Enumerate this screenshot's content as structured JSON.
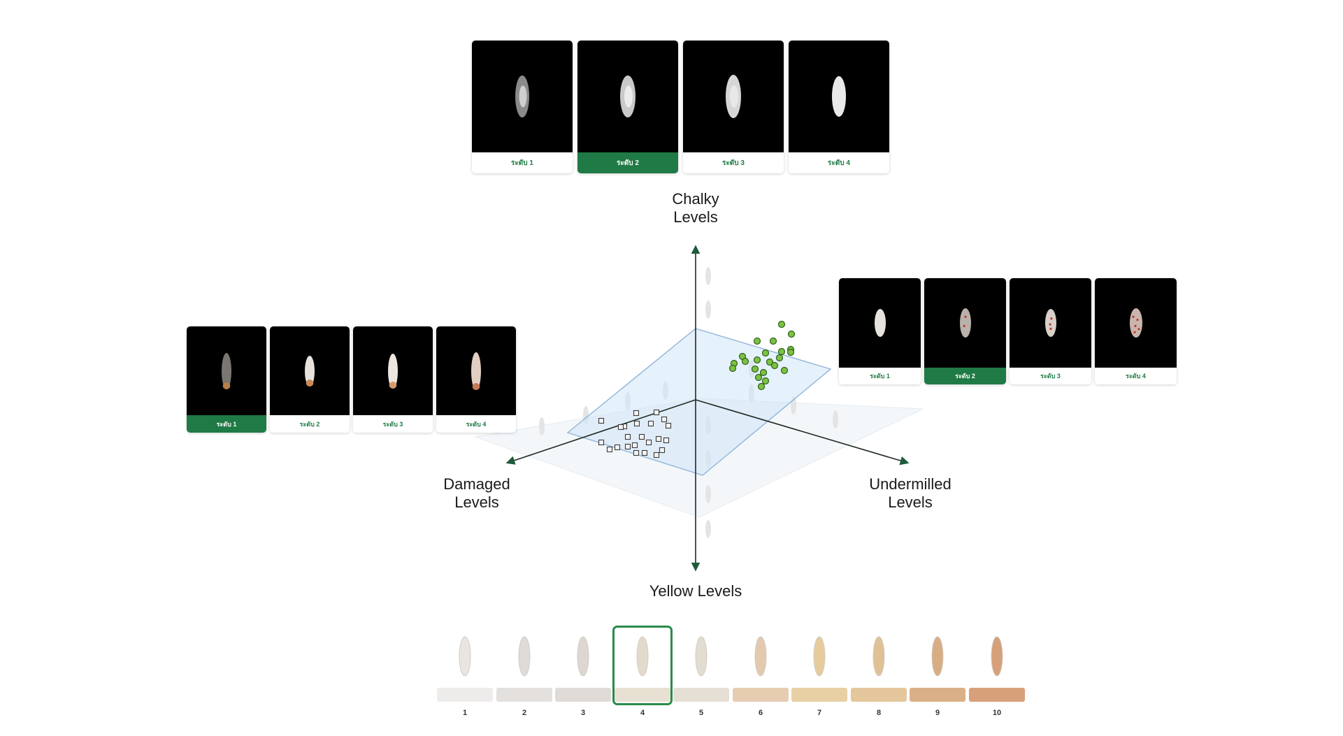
{
  "colors": {
    "accent": "#1f7a45",
    "axis": "#1f5a3a",
    "plane": "#cfe6f7",
    "cluster_green": "#7cc242",
    "square_marker": "#f2f2f2"
  },
  "chalky": {
    "axis_label": "Chalky\nLevels",
    "cards": [
      {
        "label": "ระดับ 1",
        "selected": false,
        "grain": "grain-chalky-1"
      },
      {
        "label": "ระดับ 2",
        "selected": true,
        "grain": "grain-chalky-2"
      },
      {
        "label": "ระดับ 3",
        "selected": false,
        "grain": "grain-chalky-3"
      },
      {
        "label": "ระดับ 4",
        "selected": false,
        "grain": "grain-chalky-4"
      }
    ]
  },
  "damaged": {
    "axis_label": "Damaged\nLevels",
    "cards": [
      {
        "label": "ระดับ 1",
        "selected": true,
        "grain": "grain-damaged-1"
      },
      {
        "label": "ระดับ 2",
        "selected": false,
        "grain": "grain-damaged-2"
      },
      {
        "label": "ระดับ 3",
        "selected": false,
        "grain": "grain-damaged-3"
      },
      {
        "label": "ระดับ 4",
        "selected": false,
        "grain": "grain-damaged-4"
      }
    ]
  },
  "undermilled": {
    "axis_label": "Undermilled\nLevels",
    "cards": [
      {
        "label": "ระดับ 1",
        "selected": false,
        "grain": "grain-undermilled-1"
      },
      {
        "label": "ระดับ 2",
        "selected": true,
        "grain": "grain-undermilled-2"
      },
      {
        "label": "ระดับ 3",
        "selected": false,
        "grain": "grain-undermilled-3"
      },
      {
        "label": "ระดับ 4",
        "selected": false,
        "grain": "grain-undermilled-4"
      }
    ]
  },
  "yellow": {
    "axis_label": "Yellow Levels",
    "selected_level": "4",
    "levels": [
      {
        "num": "1",
        "chip": "#eeeceb",
        "grain": "#e9e5e2"
      },
      {
        "num": "2",
        "chip": "#e3e0de",
        "grain": "#dedbd8"
      },
      {
        "num": "3",
        "chip": "#e0dbd7",
        "grain": "#dcd7d1"
      },
      {
        "num": "4",
        "chip": "#e8e0d2",
        "grain": "#e2dacb"
      },
      {
        "num": "5",
        "chip": "#e6dfd5",
        "grain": "#e3dcd0"
      },
      {
        "num": "6",
        "chip": "#e6ccb1",
        "grain": "#e3c9ad"
      },
      {
        "num": "7",
        "chip": "#e8cfa4",
        "grain": "#e6cc9d"
      },
      {
        "num": "8",
        "chip": "#e5c79d",
        "grain": "#e0c196"
      },
      {
        "num": "9",
        "chip": "#d9b088",
        "grain": "#d9ad84"
      },
      {
        "num": "10",
        "chip": "#d8a07a",
        "grain": "#d6a07a"
      }
    ]
  }
}
